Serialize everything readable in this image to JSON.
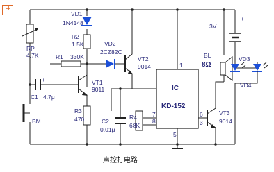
{
  "components": {
    "vd1": {
      "ref": "VD1",
      "part": "1N4148"
    },
    "r2": {
      "ref": "R2",
      "value": "1.5K"
    },
    "rp": {
      "ref": "RP",
      "value": "4.7K"
    },
    "r1": {
      "ref": "R1",
      "value": "330K"
    },
    "vd2": {
      "ref": "VD2",
      "part": "2CZ82C"
    },
    "vt2": {
      "ref": "VT2",
      "part": "9014"
    },
    "vt1": {
      "ref": "VT1",
      "part": "9011"
    },
    "c1": {
      "ref": "C1",
      "value": "4.7μ"
    },
    "r3": {
      "ref": "R3",
      "value": "470"
    },
    "c2": {
      "ref": "C2",
      "value": "0.01μ"
    },
    "r4": {
      "ref": "R4",
      "value": "68K"
    },
    "ic": {
      "ref": "IC",
      "part": "KD-152"
    },
    "vt3": {
      "ref": "VT3",
      "part": "9014"
    },
    "bl": {
      "ref": "BL",
      "value": "8Ω"
    },
    "vd3": {
      "ref": "VD3"
    },
    "vd4": {
      "ref": "VD4"
    },
    "battery": {
      "value": "3V"
    },
    "bm": {
      "ref": "BM"
    }
  },
  "pins": [
    "1",
    "7",
    "8",
    "6",
    "5",
    "3"
  ],
  "caption": "声控打电路"
}
